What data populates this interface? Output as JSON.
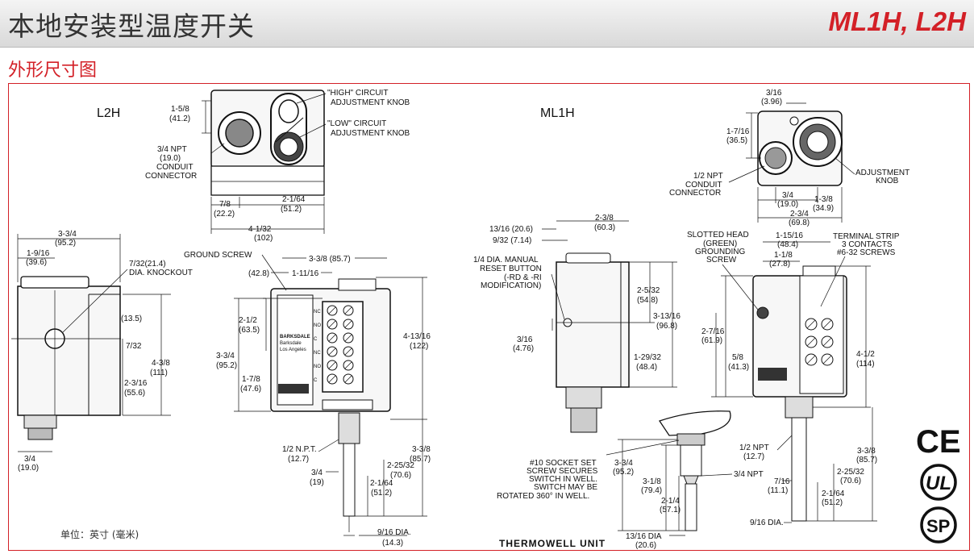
{
  "header": {
    "title": "本地安装型温度开关",
    "models": "ML1H, L2H"
  },
  "section_title": "外形尺寸图",
  "footer_note": "单位：英寸 (毫米)",
  "thermowell_label": "THERMOWELL UNIT",
  "l2h": {
    "name": "L2H",
    "high_knob": "\"HIGH\" CIRCUIT",
    "high_knob_2": "ADJUSTMENT KNOB",
    "low_knob": "\"LOW\" CIRCUIT",
    "low_knob_2": "ADJUSTMENT KNOB",
    "dim_top_h": "1-5/8",
    "dim_top_h_mm": "(41.2)",
    "npt": "3/4 NPT",
    "npt_mm": "(19.0)",
    "conduit": "CONDUIT",
    "connector": "CONNECTOR",
    "d78": "7/8",
    "d78mm": "(22.2)",
    "d2164": "2-1/64",
    "d2164mm": "(51.2)",
    "d4132": "4-1/32",
    "d4132mm": "(102)",
    "side_w": "3-3/4",
    "side_w_mm": "(95.2)",
    "side_1916": "1-9/16",
    "side_1916_mm": "(39.6)",
    "knockout": "7/32(21.4)",
    "knockout_2": "DIA. KNOCKOUT",
    "s135": "(13.5)",
    "s732": "7/32",
    "s438": "4-3/8",
    "s438mm": "(111)",
    "s2316": "2-3/16",
    "s2316mm": "(55.6)",
    "s34": "3/4",
    "s34mm": "(19.0)",
    "ground": "GROUND SCREW",
    "f338": "3-3/8 (85.7)",
    "f428": "(42.8)",
    "f11116": "1-11/16",
    "f212": "2-1/2",
    "f212mm": "(63.5)",
    "f334": "3-3/4",
    "f334mm": "(95.2)",
    "f178": "1-7/8",
    "f178mm": "(47.6)",
    "f41316": "4-13/16",
    "f41316mm": "(122)",
    "f12npt": "1/2 N.P.T.",
    "f12npt_mm": "(12.7)",
    "f34": "3/4",
    "f34mm": "(19)",
    "f2532": "2-25/32",
    "f2532mm": "(70.6)",
    "f2164": "2-1/64",
    "f2164mm": "(51.2)",
    "f338b": "3-3/8",
    "f338bmm": "(85.7)",
    "f916": "9/16 DIA.",
    "f916mm": "(14.3)",
    "plate_1": "BARKSDALE",
    "plate_2": "Barksdale",
    "plate_3": "Los Angeles",
    "terminals": [
      "NC",
      "NO",
      "C",
      "NC",
      "NO",
      "C"
    ]
  },
  "ml1h": {
    "name": "ML1H",
    "d1316": "13/16 (20.6)",
    "d932": "9/32 (7.14)",
    "d238": "2-3/8",
    "d238mm": "(60.3)",
    "reset_1": "1/4 DIA. MANUAL",
    "reset_2": "RESET BUTTON",
    "reset_3": "(-RD & -RI",
    "reset_4": "MODIFICATION)",
    "d316": "3/16",
    "d316mm": "(4.76)",
    "d2532": "2-5/32",
    "d2532mm": "(54.8)",
    "d31316": "3-13/16",
    "d31316mm": "(96.8)",
    "d12932": "1-29/32",
    "d12932mm": "(48.4)",
    "top_316": "3/16",
    "top_316mm": "(3.96)",
    "top_1716": "1-7/16",
    "top_1716mm": "(36.5)",
    "npt_1": "1/2 NPT",
    "npt_2": "CONDUIT",
    "npt_3": "CONNECTOR",
    "adj_1": "ADJUSTMENT",
    "adj_2": "KNOB",
    "t34": "3/4",
    "t34mm": "(19.0)",
    "t138": "1-3/8",
    "t138mm": "(34.9)",
    "t234": "2-3/4",
    "t234mm": "(69.8)",
    "slot_1": "SLOTTED HEAD",
    "slot_2": "(GREEN)",
    "slot_3": "GROUNDING",
    "slot_4": "SCREW",
    "t11516": "1-15/16",
    "t11516mm": "(48.4)",
    "term_1": "TERMINAL STRIP",
    "term_2": "3 CONTACTS",
    "term_3": "#6-32 SCREWS",
    "t118": "1-1/8",
    "t118mm": "(27.8)",
    "t2716": "2-7/16",
    "t2716mm": "(61.9)",
    "t58": "5/8",
    "t58mm": "(41.3)",
    "t412": "4-1/2",
    "t412mm": "(114)",
    "sock_1": "#10 SOCKET SET",
    "sock_2": "SCREW SECURES",
    "sock_3": "SWITCH IN WELL.",
    "sock_4": "SWITCH MAY BE",
    "sock_5": "ROTATED 360° IN WELL.",
    "w334": "3-3/4",
    "w334mm": "(95.2)",
    "w318": "3-1/8",
    "w318mm": "(79.4)",
    "w214": "2-1/4",
    "w214mm": "(57.1)",
    "w34npt": "3/4 NPT",
    "w1316": "13/16 DIA",
    "w1316mm": "(20.6)",
    "r12npt": "1/2 NPT",
    "r12npt_mm": "(12.7)",
    "r716": "7/16",
    "r716mm": "(11.1)",
    "r338": "3-3/8",
    "r338mm": "(85.7)",
    "r2532": "2-25/32",
    "r2532mm": "(70.6)",
    "r2164": "2-1/64",
    "r2164mm": "(51.2)",
    "r916": "9/16 DIA."
  },
  "certs": {
    "ce": "CE",
    "ul": "UL",
    "csa": "SP"
  }
}
